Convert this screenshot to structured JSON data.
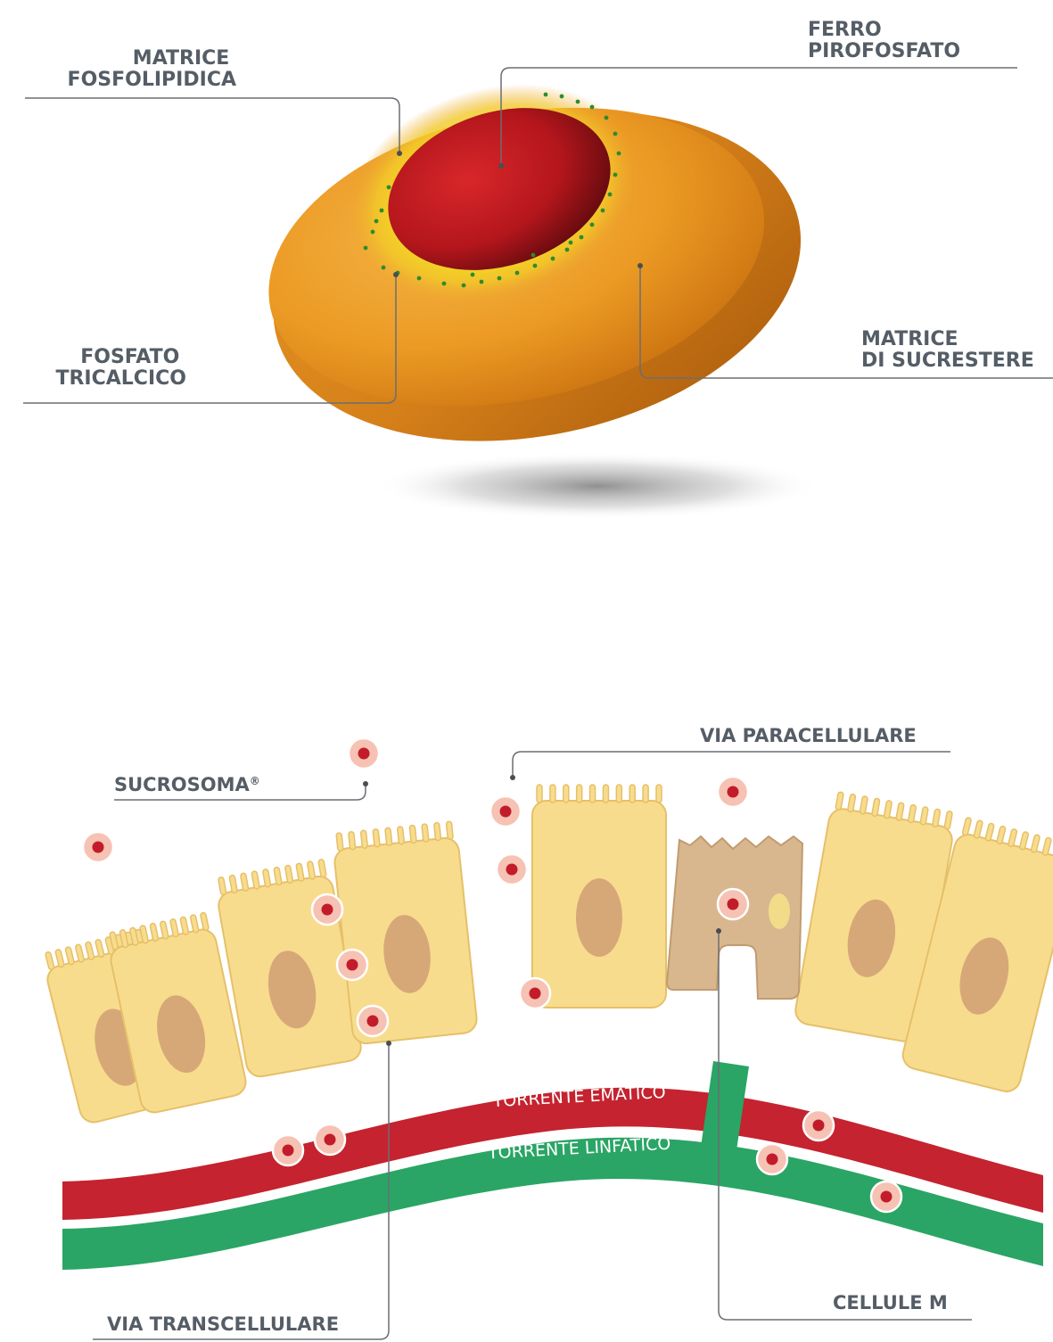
{
  "sucrosome_diagram": {
    "labels": {
      "matrice_fosfolipidica": [
        "MATRICE",
        "FOSFOLIPIDICA"
      ],
      "ferro_pirofosfato": [
        "FERRO",
        "PIROFOSFATO"
      ],
      "fosfato_tricalcico": [
        "FOSFATO",
        "TRICALCICO"
      ],
      "matrice_sucrestere": [
        "MATRICE",
        "DI SUCRESTERE"
      ]
    },
    "colors": {
      "outer_matrix": "#e8931a",
      "core": "#b5161b",
      "halo": "#f2e01a",
      "particles": "#2e8b2e"
    }
  },
  "absorption_diagram": {
    "labels": {
      "via_paracellulare": "VIA PARACELLULARE",
      "sucrosoma": "SUCROSOMA",
      "sucrosoma_mark": "®",
      "torrente_ematico": "TORRENTE EMATICO",
      "torrente_linfatico": "TORRENTE LINFATICO",
      "via_transcellulare": "VIA TRANSCELLULARE",
      "cellule_m": "CELLULE M"
    },
    "colors": {
      "cell_fill": "#f8dc8e",
      "nucleus": "#d7a877",
      "m_cell": "#d9b78e",
      "blood": "#c4232f",
      "lymph": "#2aa565",
      "sucrosome_ring": "#f6c2b3",
      "sucrosome_core": "#c21c2a"
    }
  }
}
